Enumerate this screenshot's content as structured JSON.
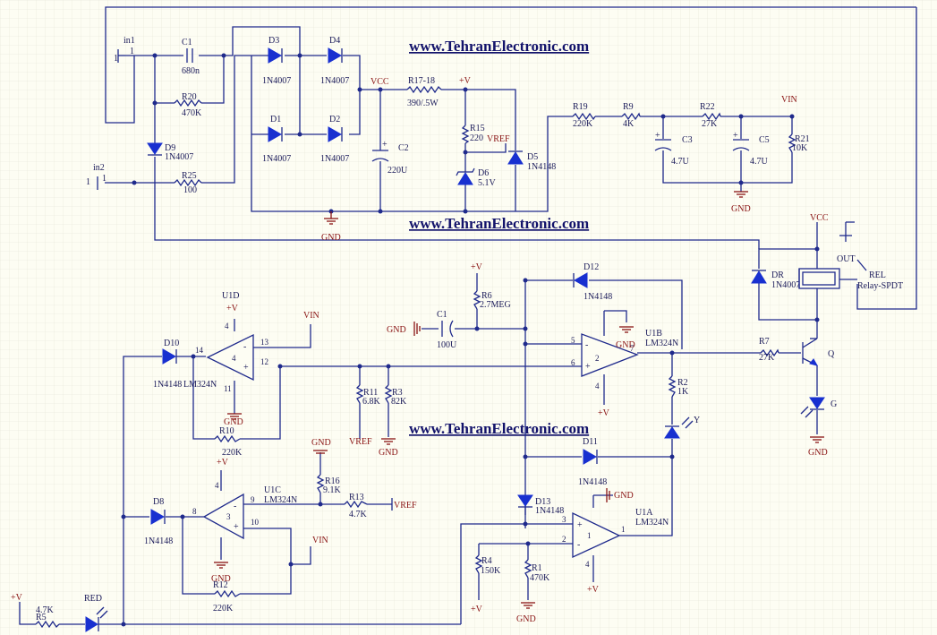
{
  "watermark": "www.TehranElectronic.com",
  "colors": {
    "background": "#fdfdf3",
    "grid": "#e4e4d6",
    "wire": "#1f2a8c",
    "diode": "#1830d0",
    "power_label": "#8a1414",
    "text": "#1b1b5a"
  },
  "power": {
    "vcc": "VCC",
    "vplus": "+V",
    "vin": "VIN",
    "vref": "VREF",
    "gnd": "GND"
  },
  "ports": {
    "in1": "in1",
    "in2": "in2",
    "pin1": "1"
  },
  "components": {
    "c1_top": {
      "ref": "C1",
      "value": "680n"
    },
    "r20": {
      "ref": "R20",
      "value": "470K"
    },
    "d9": {
      "ref": "D9",
      "value": "1N4007"
    },
    "r25": {
      "ref": "R25",
      "value": "100"
    },
    "d3": {
      "ref": "D3",
      "value": "1N4007"
    },
    "d4": {
      "ref": "D4",
      "value": "1N4007"
    },
    "d1": {
      "ref": "D1",
      "value": "1N4007"
    },
    "d2": {
      "ref": "D2",
      "value": "1N4007"
    },
    "c2": {
      "ref": "C2",
      "value": "220U"
    },
    "r17": {
      "ref": "R17-18",
      "value": "390/.5W"
    },
    "r15": {
      "ref": "R15",
      "value": "220"
    },
    "d6": {
      "ref": "D6",
      "value": "5.1V"
    },
    "d5": {
      "ref": "D5",
      "value": "1N4148"
    },
    "r19": {
      "ref": "R19",
      "value": "220K"
    },
    "r9": {
      "ref": "R9",
      "value": "4K"
    },
    "r22": {
      "ref": "R22",
      "value": "27K"
    },
    "c3": {
      "ref": "C3",
      "value": "4.7U"
    },
    "c5": {
      "ref": "C5",
      "value": "4.7U"
    },
    "r21": {
      "ref": "R21",
      "value": "10K"
    },
    "dr": {
      "ref": "DR",
      "value": "1N4007"
    },
    "rel": {
      "ref": "REL",
      "value": "Relay-SPDT"
    },
    "out": {
      "label": "OUT"
    },
    "d12": {
      "ref": "D12",
      "value": "1N4148"
    },
    "r6": {
      "ref": "R6",
      "value": "2.7MEG"
    },
    "c1_mid": {
      "ref": "C1",
      "value": "100U"
    },
    "u1b": {
      "ref": "U1B",
      "value": "LM324N"
    },
    "r7": {
      "ref": "R7",
      "value": "27K"
    },
    "q": {
      "ref": "Q"
    },
    "led_g": {
      "ref": "G"
    },
    "u1d": {
      "ref": "U1D",
      "value": "LM324N"
    },
    "d10": {
      "ref": "D10",
      "value": "1N4148"
    },
    "r10": {
      "ref": "R10",
      "value": "220K"
    },
    "r11": {
      "ref": "R11",
      "value": "6.8K"
    },
    "r3": {
      "ref": "R3",
      "value": "82K"
    },
    "r2": {
      "ref": "R2",
      "value": "1K"
    },
    "led_y": {
      "ref": "Y"
    },
    "d11": {
      "ref": "D11",
      "value": "1N4148"
    },
    "d13": {
      "ref": "D13",
      "value": "1N4148"
    },
    "u1a": {
      "ref": "U1A",
      "value": "LM324N"
    },
    "r4": {
      "ref": "R4",
      "value": "150K"
    },
    "r1": {
      "ref": "R1",
      "value": "470K"
    },
    "d8": {
      "ref": "D8",
      "value": "1N4148"
    },
    "u1c": {
      "ref": "U1C",
      "value": "LM324N"
    },
    "r16": {
      "ref": "R16",
      "value": "9.1K"
    },
    "r13": {
      "ref": "R13",
      "value": "4.7K"
    },
    "r12": {
      "ref": "R12",
      "value": "220K"
    },
    "r5": {
      "ref": "R5",
      "value": "4.7K"
    },
    "led_red": {
      "ref": "RED"
    }
  },
  "pins": {
    "u1d_vcc": "4",
    "u1d_out": "14",
    "u1d_in1": "13",
    "u1d_in2": "12",
    "u1d_unit": "4",
    "u1d_gnd": "11",
    "u1b_in1": "5",
    "u1b_in2": "6",
    "u1b_out": "7",
    "u1b_unit": "2",
    "u1b_vcc": "4",
    "u1c_out": "8",
    "u1c_in1": "9",
    "u1c_in2": "10",
    "u1c_unit": "3",
    "u1c_vcc": "4",
    "u1a_in1": "3",
    "u1a_in2": "2",
    "u1a_out": "1",
    "u1a_unit": "1",
    "u1a_vcc": "4"
  }
}
